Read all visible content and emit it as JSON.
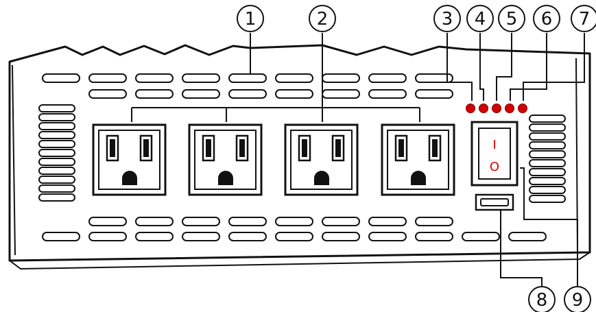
{
  "diagram": {
    "callouts": [
      {
        "id": "1",
        "label": "1"
      },
      {
        "id": "2",
        "label": "2"
      },
      {
        "id": "3",
        "label": "3"
      },
      {
        "id": "4",
        "label": "4"
      },
      {
        "id": "5",
        "label": "5"
      },
      {
        "id": "6",
        "label": "6"
      },
      {
        "id": "7",
        "label": "7"
      },
      {
        "id": "8",
        "label": "8"
      },
      {
        "id": "9",
        "label": "9"
      }
    ],
    "outlet_count": 4,
    "led_count": 5,
    "power_switch": {
      "on_mark": "I",
      "off_mark": "O"
    },
    "colors": {
      "line": "#111111",
      "led": "#d40000",
      "switch_symbol": "#e00000",
      "background": "#ffffff"
    }
  }
}
